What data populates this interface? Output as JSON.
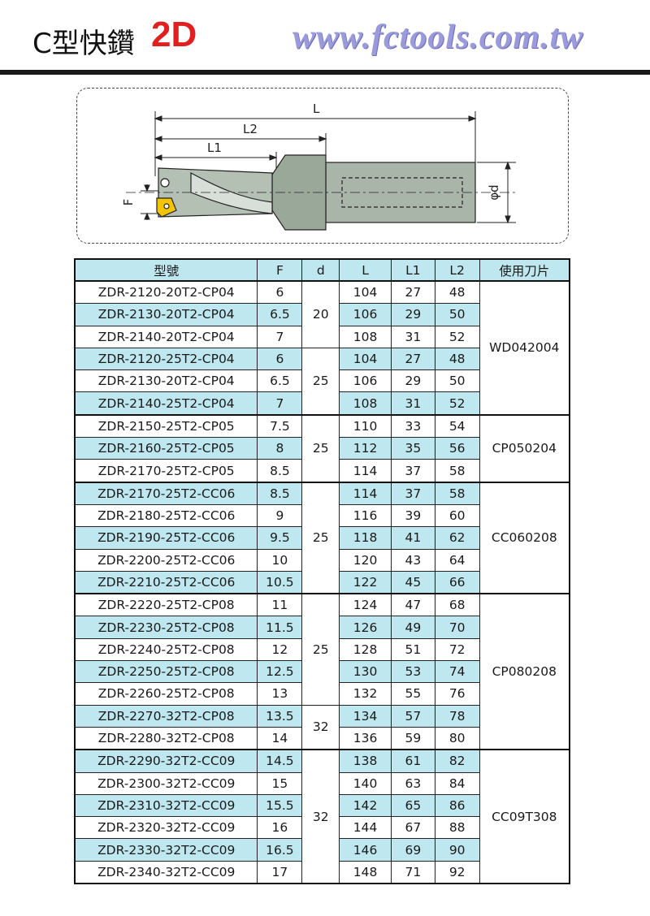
{
  "header": {
    "title": "C型快鑽",
    "title_accent": "2D",
    "website": "www.fctools.com.tw",
    "accent_color": "#e02020",
    "website_color": "#9b9bdc"
  },
  "diagram": {
    "labels": {
      "L": "L",
      "L2": "L2",
      "L1": "L1",
      "F": "F",
      "d": "φd"
    }
  },
  "table": {
    "headers": [
      "型號",
      "F",
      "d",
      "L",
      "L1",
      "L2",
      "使用刀片"
    ],
    "highlight_color": "#bfe7ef",
    "groups": [
      {
        "insert": "WD042004",
        "rows": [
          {
            "model": "ZDR-2120-20T2-CP04",
            "F": "6",
            "d": "20",
            "L": "104",
            "L1": "27",
            "L2": "48"
          },
          {
            "model": "ZDR-2130-20T2-CP04",
            "F": "6.5",
            "d": "20",
            "L": "106",
            "L1": "29",
            "L2": "50"
          },
          {
            "model": "ZDR-2140-20T2-CP04",
            "F": "7",
            "d": "20",
            "L": "108",
            "L1": "31",
            "L2": "52"
          },
          {
            "model": "ZDR-2120-25T2-CP04",
            "F": "6",
            "d": "25",
            "L": "104",
            "L1": "27",
            "L2": "48"
          },
          {
            "model": "ZDR-2130-20T2-CP04",
            "F": "6.5",
            "d": "25",
            "L": "106",
            "L1": "29",
            "L2": "50"
          },
          {
            "model": "ZDR-2140-25T2-CP04",
            "F": "7",
            "d": "25",
            "L": "108",
            "L1": "31",
            "L2": "52"
          }
        ]
      },
      {
        "insert": "CP050204",
        "rows": [
          {
            "model": "ZDR-2150-25T2-CP05",
            "F": "7.5",
            "d": "25",
            "L": "110",
            "L1": "33",
            "L2": "54"
          },
          {
            "model": "ZDR-2160-25T2-CP05",
            "F": "8",
            "d": "25",
            "L": "112",
            "L1": "35",
            "L2": "56"
          },
          {
            "model": "ZDR-2170-25T2-CP05",
            "F": "8.5",
            "d": "25",
            "L": "114",
            "L1": "37",
            "L2": "58"
          }
        ]
      },
      {
        "insert": "CC060208",
        "rows": [
          {
            "model": "ZDR-2170-25T2-CC06",
            "F": "8.5",
            "d": "25",
            "L": "114",
            "L1": "37",
            "L2": "58"
          },
          {
            "model": "ZDR-2180-25T2-CC06",
            "F": "9",
            "d": "25",
            "L": "116",
            "L1": "39",
            "L2": "60"
          },
          {
            "model": "ZDR-2190-25T2-CC06",
            "F": "9.5",
            "d": "25",
            "L": "118",
            "L1": "41",
            "L2": "62"
          },
          {
            "model": "ZDR-2200-25T2-CC06",
            "F": "10",
            "d": "25",
            "L": "120",
            "L1": "43",
            "L2": "64"
          },
          {
            "model": "ZDR-2210-25T2-CC06",
            "F": "10.5",
            "d": "25",
            "L": "122",
            "L1": "45",
            "L2": "66"
          }
        ]
      },
      {
        "insert": "CP080208",
        "rows": [
          {
            "model": "ZDR-2220-25T2-CP08",
            "F": "11",
            "d": "25",
            "L": "124",
            "L1": "47",
            "L2": "68"
          },
          {
            "model": "ZDR-2230-25T2-CP08",
            "F": "11.5",
            "d": "25",
            "L": "126",
            "L1": "49",
            "L2": "70"
          },
          {
            "model": "ZDR-2240-25T2-CP08",
            "F": "12",
            "d": "25",
            "L": "128",
            "L1": "51",
            "L2": "72"
          },
          {
            "model": "ZDR-2250-25T2-CP08",
            "F": "12.5",
            "d": "25",
            "L": "130",
            "L1": "53",
            "L2": "74"
          },
          {
            "model": "ZDR-2260-25T2-CP08",
            "F": "13",
            "d": "25",
            "L": "132",
            "L1": "55",
            "L2": "76"
          },
          {
            "model": "ZDR-2270-32T2-CP08",
            "F": "13.5",
            "d": "32",
            "L": "134",
            "L1": "57",
            "L2": "78"
          },
          {
            "model": "ZDR-2280-32T2-CP08",
            "F": "14",
            "d": "32",
            "L": "136",
            "L1": "59",
            "L2": "80"
          }
        ]
      },
      {
        "insert": "CC09T308",
        "rows": [
          {
            "model": "ZDR-2290-32T2-CC09",
            "F": "14.5",
            "d": "32",
            "L": "138",
            "L1": "61",
            "L2": "82"
          },
          {
            "model": "ZDR-2300-32T2-CC09",
            "F": "15",
            "d": "32",
            "L": "140",
            "L1": "63",
            "L2": "84"
          },
          {
            "model": "ZDR-2310-32T2-CC09",
            "F": "15.5",
            "d": "32",
            "L": "142",
            "L1": "65",
            "L2": "86"
          },
          {
            "model": "ZDR-2320-32T2-CC09",
            "F": "16",
            "d": "32",
            "L": "144",
            "L1": "67",
            "L2": "88"
          },
          {
            "model": "ZDR-2330-32T2-CC09",
            "F": "16.5",
            "d": "32",
            "L": "146",
            "L1": "69",
            "L2": "90"
          },
          {
            "model": "ZDR-2340-32T2-CC09",
            "F": "17",
            "d": "32",
            "L": "148",
            "L1": "71",
            "L2": "92"
          }
        ]
      }
    ]
  }
}
